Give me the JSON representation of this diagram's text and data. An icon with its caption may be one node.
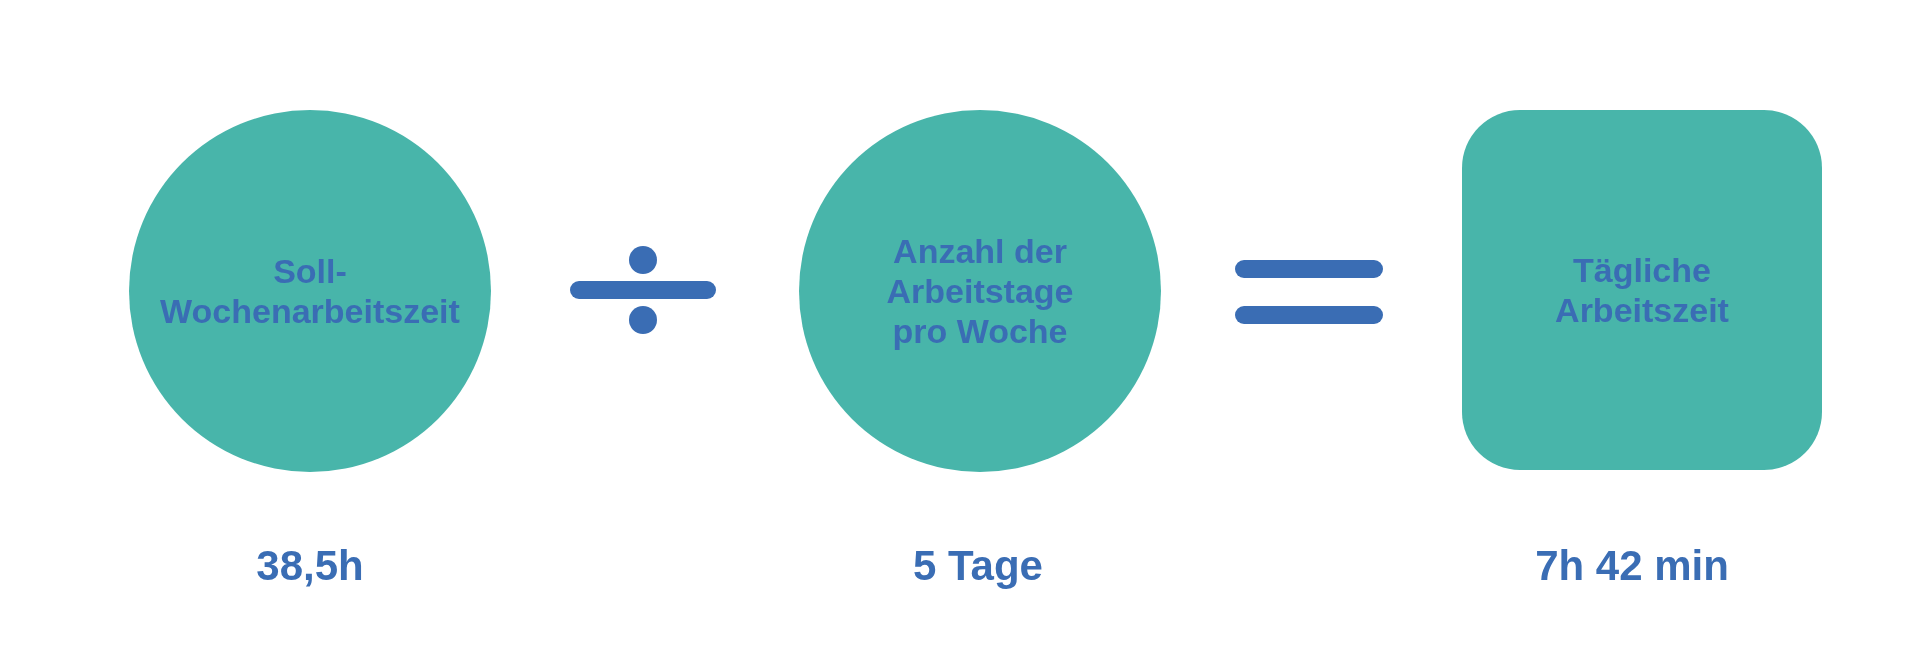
{
  "diagram": {
    "nodes": [
      {
        "text": [
          "Soll-Wochenarbeitszeit"
        ],
        "beside": [
          "38,5h"
        ]
      },
      {
        "text": [
          "Anzahl der Arbeitstage pro Woche"
        ],
        "beside": [
          "5 Tage"
        ]
      },
      {
        "text": [
          "Tägliche Arbeitszeit"
        ],
        "beside": [
          "7h 42 min"
        ]
      }
    ]
  }
}
